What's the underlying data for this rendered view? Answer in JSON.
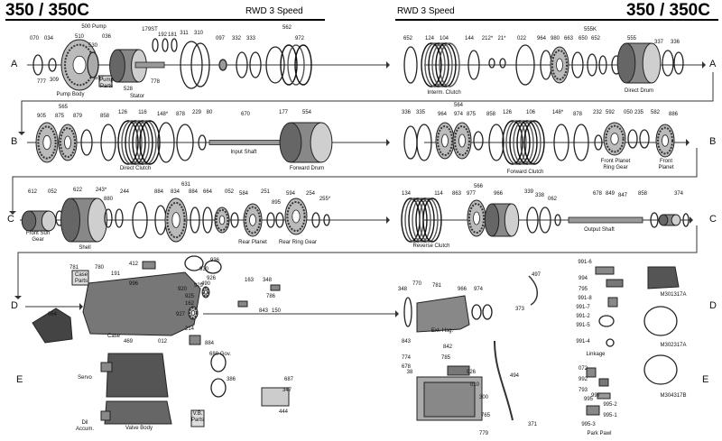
{
  "header": {
    "title_left": "350 / 350C",
    "subtitle_left": "RWD 3 Speed",
    "subtitle_right": "RWD 3 Speed",
    "title_right": "350 / 350C"
  },
  "rows": [
    "A",
    "B",
    "C",
    "D",
    "E"
  ],
  "parts": {
    "a_left": [
      "070",
      "034",
      "510",
      "530",
      "500 Pump",
      "036",
      "557",
      "179ST",
      "192",
      "181",
      "311",
      "310",
      "097",
      "332",
      "333",
      "562",
      "972",
      "777",
      "309",
      "528",
      "778"
    ],
    "a_right": [
      "652",
      "124",
      "104",
      "144",
      "212*",
      "21*",
      "022",
      "964",
      "980",
      "663",
      "650",
      "652",
      "555K",
      "555",
      "337",
      "336"
    ],
    "b_left": [
      "565",
      "905",
      "875",
      "879",
      "858",
      "126",
      "116",
      "148*",
      "878",
      "229",
      "80",
      "670",
      "177",
      "554"
    ],
    "b_right": [
      "336",
      "335",
      "564",
      "964",
      "974",
      "875",
      "858",
      "126",
      "106",
      "148*",
      "878",
      "232",
      "592",
      "050",
      "235",
      "582",
      "886"
    ],
    "c_left": [
      "612",
      "052",
      "622",
      "243*",
      "880",
      "244",
      "631",
      "884",
      "834",
      "884",
      "664",
      "052",
      "584",
      "251",
      "895",
      "594",
      "254",
      "255*"
    ],
    "c_right": [
      "134",
      "114",
      "566",
      "863",
      "977",
      "966",
      "339",
      "338",
      "062",
      "678",
      "849",
      "847",
      "858",
      "374"
    ],
    "d_left": [
      "781",
      "780",
      "412",
      "936",
      "930",
      "926",
      "929",
      "920",
      "925",
      "927",
      "191",
      "996",
      "490",
      "163",
      "348",
      "786",
      "843",
      "150",
      "162",
      "064",
      "469",
      "012",
      "214",
      "884",
      "680 Gov.",
      "386",
      "687",
      "347",
      "444",
      "425"
    ],
    "d_right": [
      "348",
      "770",
      "781",
      "966",
      "974",
      "497",
      "373",
      "991-6",
      "994",
      "795",
      "991-8",
      "991-7",
      "991-2",
      "991-5",
      "991-4",
      "M301317A",
      "M302317A",
      "M304317B",
      "843",
      "842",
      "785",
      "774",
      "678",
      "38",
      "926",
      "010",
      "300",
      "765",
      "494",
      "371",
      "779",
      "072",
      "992",
      "793",
      "995",
      "995-2",
      "995-1",
      "995-3",
      "997"
    ]
  },
  "captions": {
    "pump_body": "Pump Body",
    "pump_parts": "Pump\nParts",
    "stator": "Stator",
    "interm_clutch": "Interm. Clutch",
    "direct_drum": "Direct Drum",
    "direct_clutch": "Direct Clutch",
    "input_shaft": "Input Shaft",
    "forward_drum": "Forward Drum",
    "forward_clutch": "Forward Clutch",
    "front_planet_ring_gear": "Front Planet\nRing Gear",
    "front_planet": "Front\nPlanet",
    "front_sun_gear": "Front Sun\nGear",
    "shell": "Shell",
    "rear_planet": "Rear Planet",
    "rear_ring_gear": "Rear Ring Gear",
    "reverse_clutch": "Reverse Clutch",
    "output_shaft": "Output Shaft",
    "case_parts": "Case\nParts",
    "case": "Case",
    "servo": "Servo",
    "valve_body": "Valve Body",
    "diff_accum": "Dil\nAccum.",
    "vb_parts": "V.B.\nParts",
    "ext_hsg": "Ext. Hsg.",
    "linkage": "Linkage",
    "park_pawl": "Park Pawl"
  }
}
